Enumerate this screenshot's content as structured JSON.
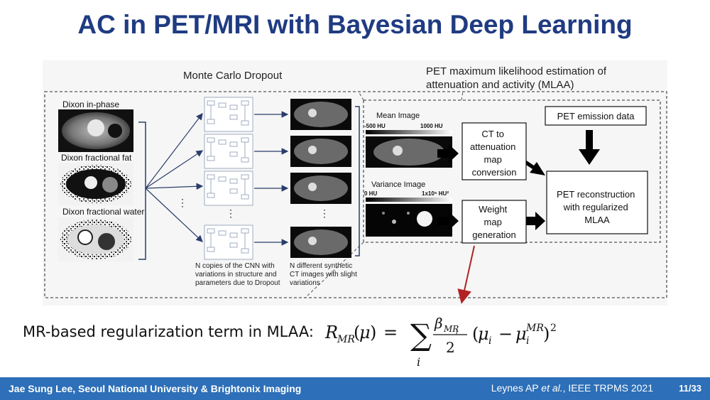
{
  "slide": {
    "title": "AC in PET/MRI with Bayesian Deep Learning"
  },
  "diagram": {
    "mc_label": "Monte Carlo Dropout",
    "mlaa_label_1": "PET maximum likelihood estimation of",
    "mlaa_label_2": "attenuation and activity (MLAA)",
    "inputs": [
      "Dixon in-phase",
      "Dixon fractional fat",
      "Dixon fractional water"
    ],
    "cnn_caption": [
      "N copies of the CNN with",
      "variations in structure and",
      "parameters due to Dropout"
    ],
    "ct_caption": [
      "N different synthetic",
      "CT images with slight",
      "variations"
    ],
    "mean_image": "Mean Image",
    "mean_min": "-500 HU",
    "mean_max": "1000 HU",
    "variance_image": "Variance Image",
    "var_min": "0 HU",
    "var_max": "1x10⁵ HU²",
    "ct_box": [
      "CT to",
      "attenuation",
      "map",
      "conversion"
    ],
    "weight_box": [
      "Weight",
      "map",
      "generation"
    ],
    "emission_box": "PET emission data",
    "recon_box": [
      "PET reconstruction",
      "with regularized",
      "MLAA"
    ],
    "colors": {
      "arrow_red": "#b22222",
      "title_blue": "#1f3b82",
      "footer_blue": "#2d6fb8"
    }
  },
  "formula": {
    "label": "MR-based regularization term in MLAA:"
  },
  "footer": {
    "author": "Jae Sung Lee, Seoul National University & Brightonix Imaging",
    "ref_pre": "Leynes AP ",
    "ref_etal": "et al.",
    "ref_post": ", IEEE TRPMS 2021",
    "page": "11/33"
  }
}
